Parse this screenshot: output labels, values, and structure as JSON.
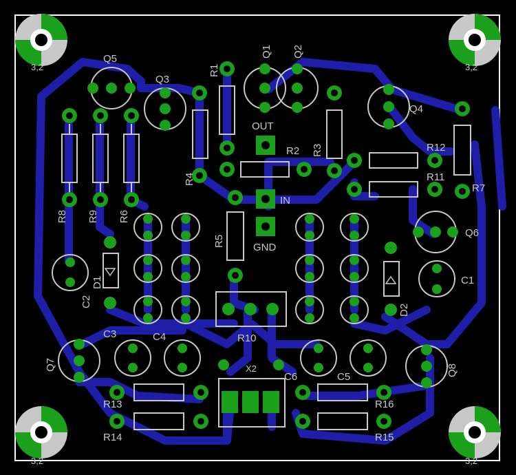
{
  "board": {
    "background": "#000000",
    "trace_color": "#1e1ea8",
    "pad_color": "#1aa01a",
    "silk_color": "#c8c8c8",
    "border_color": "#ffffff"
  },
  "mounting_holes": [
    "3,2",
    "3,2",
    "3,2",
    "3,2"
  ],
  "connectors": {
    "out": "OUT",
    "in": "IN",
    "gnd": "GND",
    "x2": "X2"
  },
  "transistors": [
    "Q1",
    "Q2",
    "Q3",
    "Q4",
    "Q5",
    "Q6",
    "Q7",
    "Q8"
  ],
  "resistors": [
    "R1",
    "R2",
    "R3",
    "R4",
    "R5",
    "R6",
    "R7",
    "R8",
    "R9",
    "R10",
    "R11",
    "R12",
    "R13",
    "R14",
    "R15",
    "R16"
  ],
  "capacitors": [
    "C1",
    "C2",
    "C3",
    "C4",
    "C5",
    "C6"
  ],
  "diodes": [
    "D1",
    "D2"
  ],
  "leds": [
    "",
    "",
    "",
    "",
    "",
    "",
    "",
    "",
    "",
    "",
    "",
    ""
  ]
}
